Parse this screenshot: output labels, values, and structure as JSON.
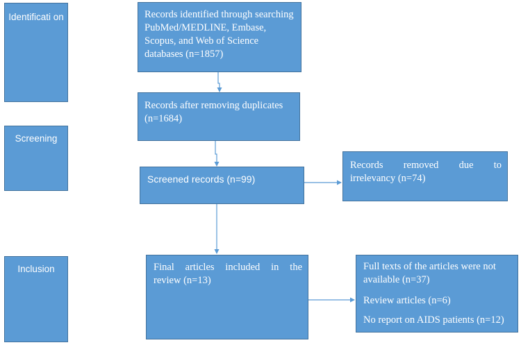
{
  "stages": {
    "identification": "Identificati on",
    "screening": "Screening",
    "inclusion": "Inclusion"
  },
  "boxes": {
    "identified": "Records identified through searching PubMed/MEDLINE, Embase, Scopus, and Web of Science databases (n=1857)",
    "after_duplicates": "Records after removing duplicates (n=1684)",
    "screened": "Screened records (n=99)",
    "removed_line1": "Records removed due to",
    "removed_line2": "irrelevancy (n=74)",
    "final_line1": "Final articles included in the",
    "final_line2": "review (n=13)",
    "excluded": {
      "full_texts": "Full texts of the articles were not available (n=37)",
      "review_articles": "Review articles (n=6)",
      "no_report": "No report on AIDS patients (n=12)"
    }
  },
  "colors": {
    "box_fill": "#5b9bd5",
    "box_border": "#41719c",
    "arrow": "#5b9bd5"
  }
}
